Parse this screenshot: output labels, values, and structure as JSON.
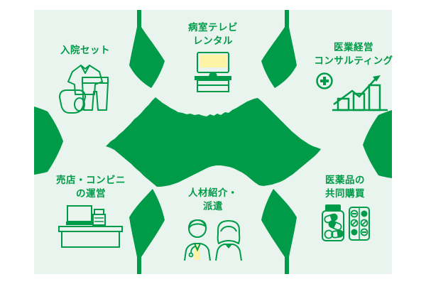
{
  "diagram": {
    "kind": "service-map-infographic",
    "language": "ja",
    "center_shape": "green-organic-blob",
    "colors": {
      "canvas": "#ffffff",
      "card_background": "#e9f4ee",
      "primary_green": "#009b48",
      "accent_yellow": "#fcf4a4",
      "icon_white": "#ffffff"
    },
    "services": [
      {
        "position": "top-left",
        "icon": "hospital-clothing-icon",
        "label_lines": [
          "入院セット"
        ]
      },
      {
        "position": "top-center",
        "icon": "tv-cart-icon",
        "label_lines": [
          "病室テレビ",
          "レンタル"
        ]
      },
      {
        "position": "top-right",
        "icon": "growth-chart-medical-icon",
        "label_lines": [
          "医業経営",
          "コンサルティング"
        ]
      },
      {
        "position": "bottom-left",
        "icon": "cash-register-counter-icon",
        "label_lines": [
          "売店・コンビニ",
          "の運営"
        ]
      },
      {
        "position": "bottom-center",
        "icon": "medical-staff-icon",
        "label_lines": [
          "人材紹介・",
          "派遣"
        ]
      },
      {
        "position": "bottom-right",
        "icon": "medicine-bottle-blister-icon",
        "label_lines": [
          "医薬品の",
          "共同購買"
        ]
      }
    ]
  }
}
